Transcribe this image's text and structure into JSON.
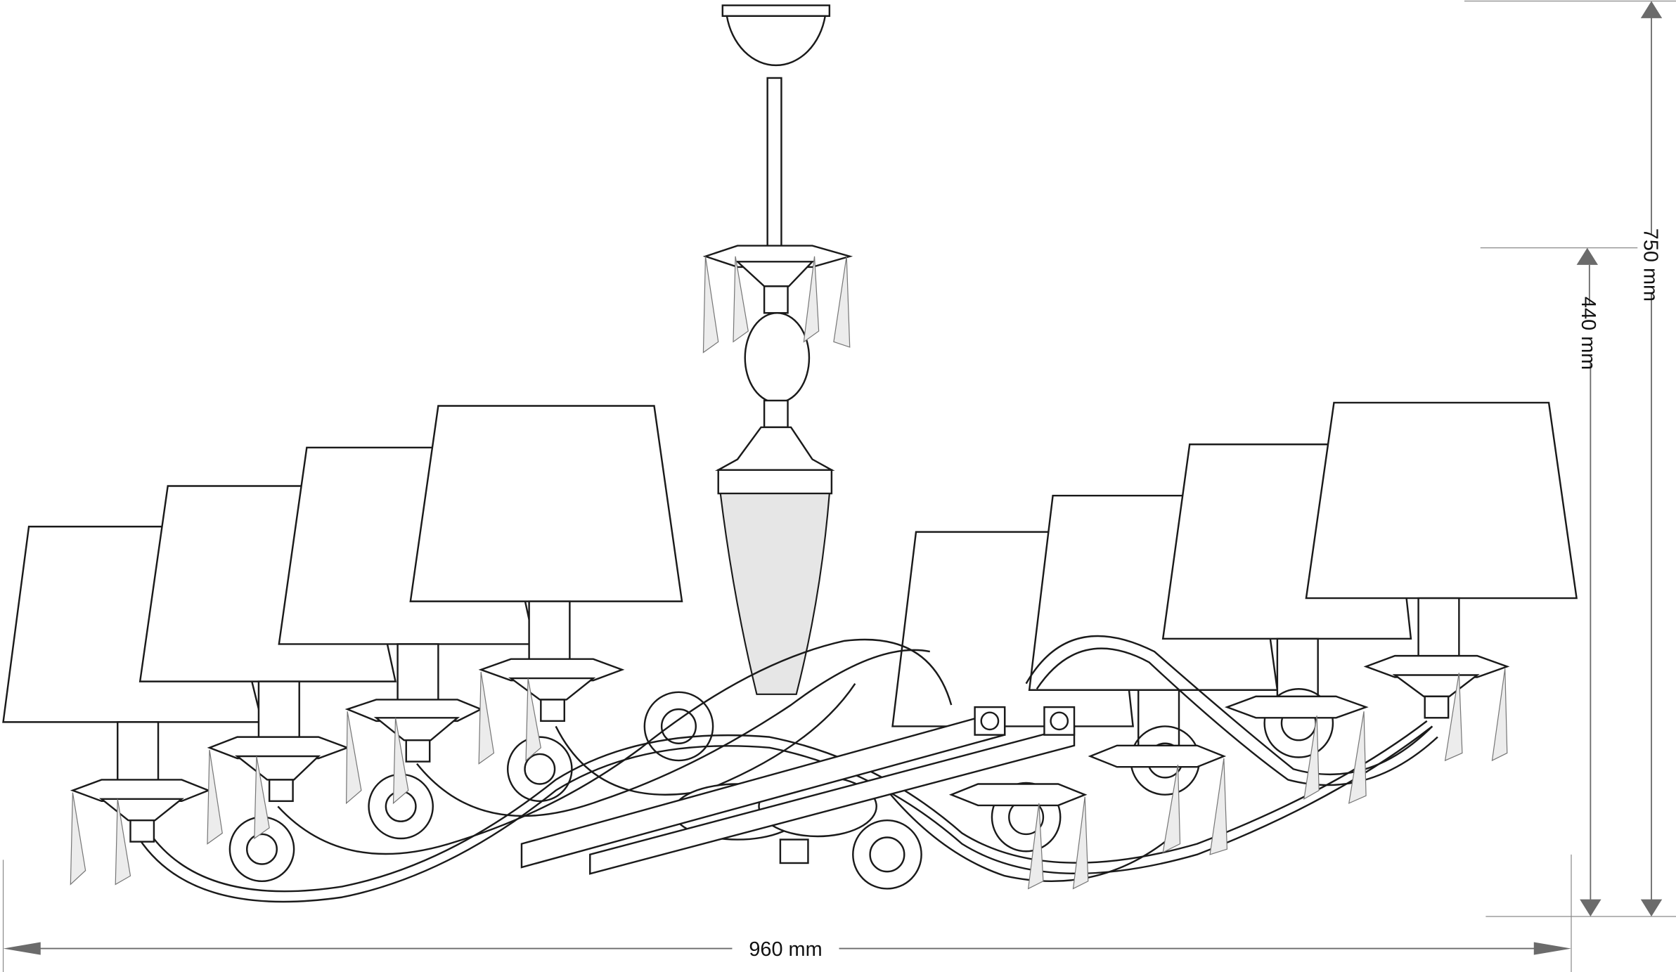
{
  "drawing": {
    "subject": "chandelier-front-elevation",
    "dimensions": {
      "width_label": "960 mm",
      "total_height_label": "750 mm",
      "body_height_label": "440 mm"
    },
    "colors": {
      "line": "#1a1a1a",
      "dimension": "#6b6b6b",
      "glass": "#e6e6e6"
    }
  }
}
